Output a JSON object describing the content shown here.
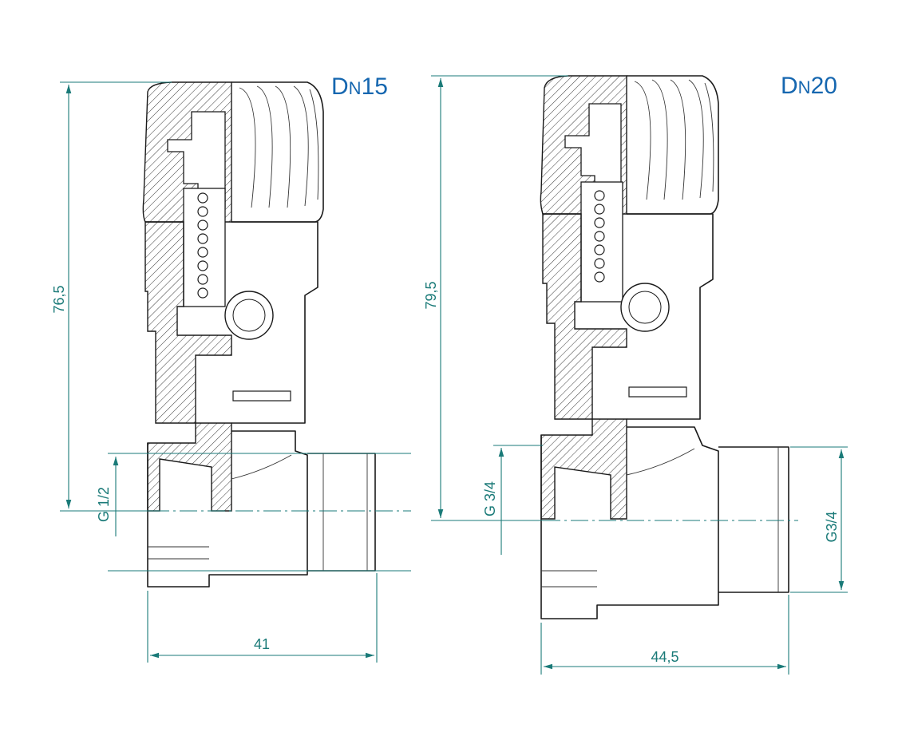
{
  "drawings": [
    {
      "title_main": "D",
      "title_sub": "N",
      "title_num": "15",
      "height_dim": "76,5",
      "width_dim": "41",
      "thread_left": "G 1/2"
    },
    {
      "title_main": "D",
      "title_sub": "N",
      "title_num": "20",
      "height_dim": "79,5",
      "width_dim": "44,5",
      "thread_left": "G 3/4",
      "thread_right": "G3/4"
    }
  ],
  "colors": {
    "title": "#1667b0",
    "dimension": "#1a7a78",
    "line": "#1a1a1a"
  }
}
